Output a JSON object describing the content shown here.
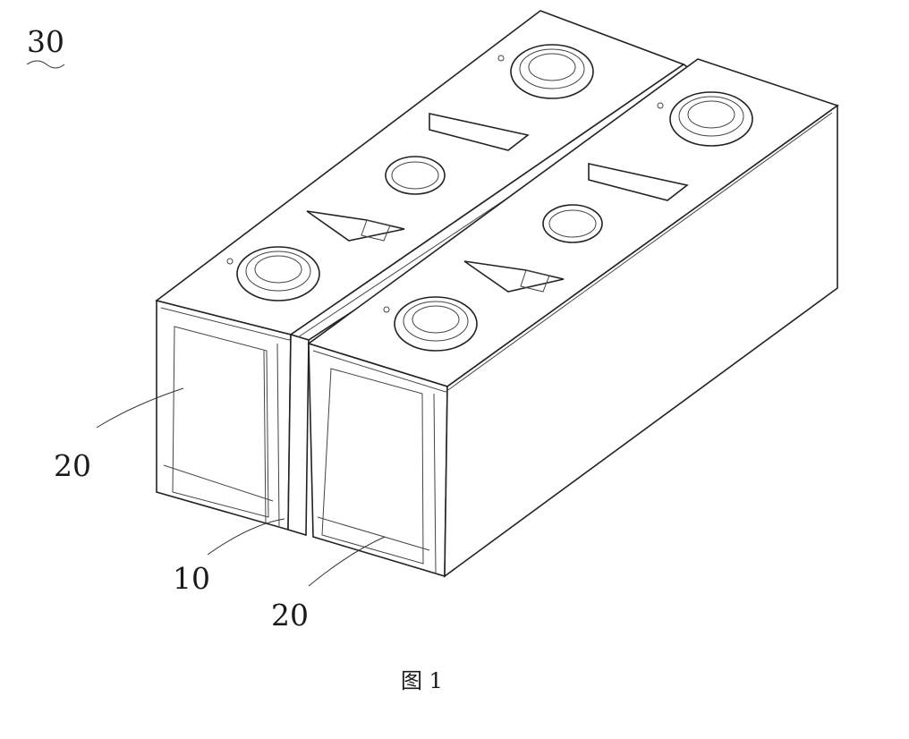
{
  "labels": {
    "assembly": "30",
    "cell_left": "20",
    "spacer": "10",
    "cell_right": "20"
  },
  "caption": "图 1"
}
